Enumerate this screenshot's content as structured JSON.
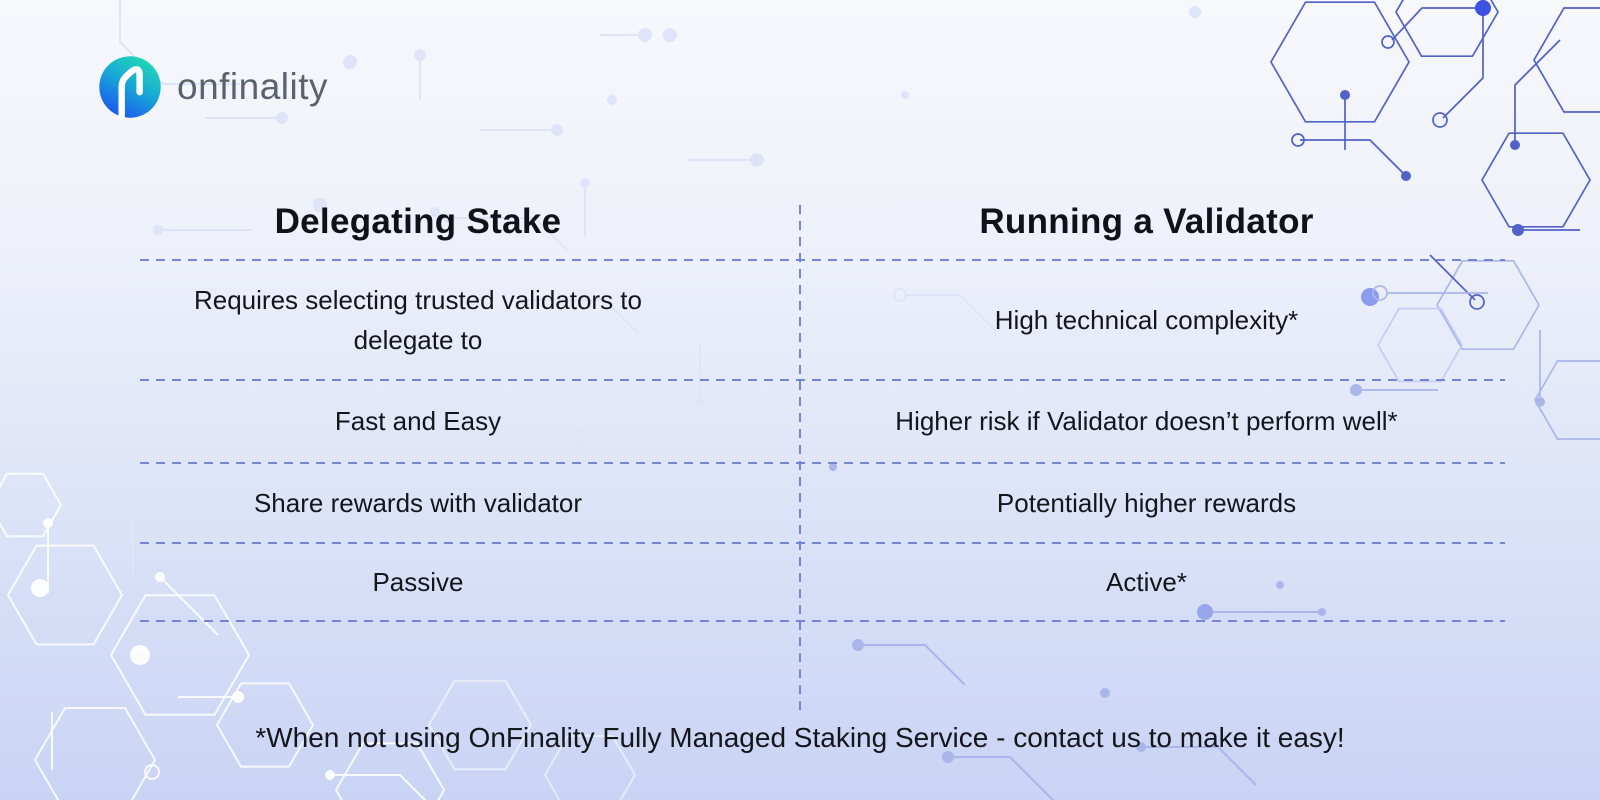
{
  "brand": {
    "name": "onfinality",
    "logo_icon": "onfinality-n-mark"
  },
  "comparison": {
    "left": {
      "title": "Delegating Stake",
      "rows": [
        "Requires selecting trusted validators to delegate to",
        "Fast and Easy",
        "Share rewards with validator",
        "Passive"
      ]
    },
    "right": {
      "title": "Running a Validator",
      "rows": [
        "High technical complexity*",
        "Higher risk if Validator doesn’t perform well*",
        "Potentially higher rewards",
        "Active*"
      ]
    }
  },
  "footer": {
    "note": "*When not using OnFinality Fully Managed Staking Service - contact us to make it easy!"
  },
  "colors": {
    "brand_teal": "#24DBB2",
    "brand_blue": "#1D4FF1",
    "wordmark_gray": "#59626E",
    "divider_periwinkle": "#7386D5",
    "text": "#14161C",
    "background_top": "#F7F8FC",
    "background_bottom": "#C9D3F4",
    "circuit_strong": "#5161C8",
    "circuit_mid": "#AAB6EA",
    "circuit_light": "#DFE4F8",
    "circuit_white": "#FFFFFF"
  }
}
